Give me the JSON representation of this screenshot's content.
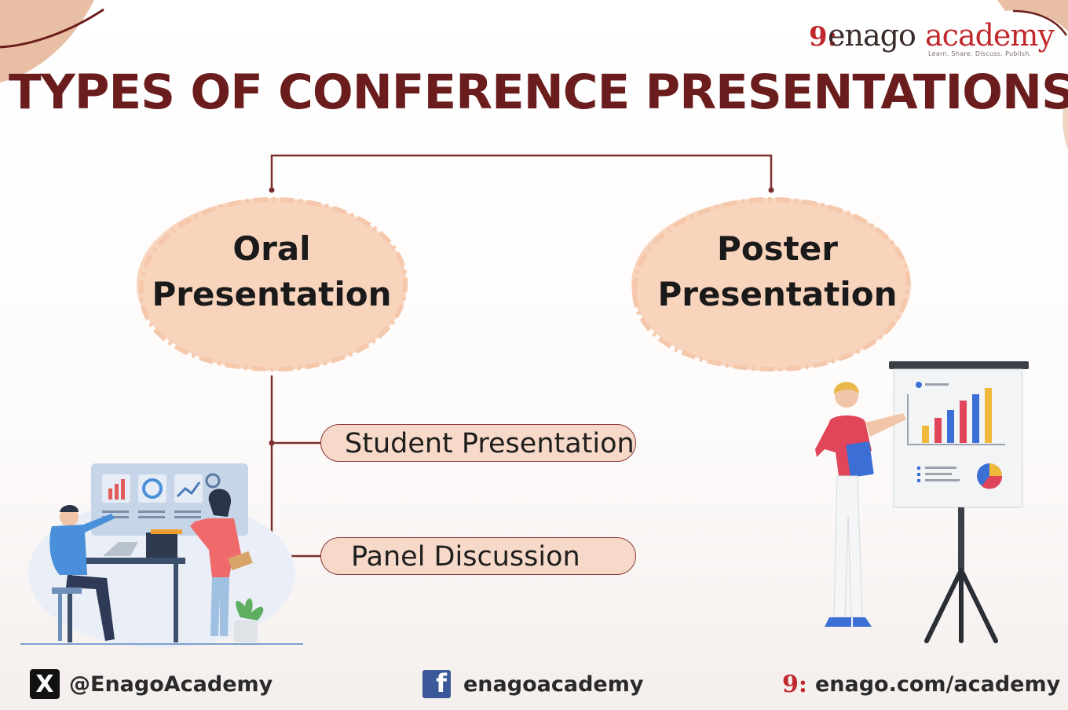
{
  "logo": {
    "mark": "9:",
    "brand": "enago",
    "product": "academy",
    "tagline": "Learn. Share. Discuss. Publish."
  },
  "title": "TYPES OF CONFERENCE PRESENTATIONS",
  "types": [
    {
      "line1": "Oral",
      "line2": "Presentation"
    },
    {
      "line1": "Poster",
      "line2": "Presentation"
    }
  ],
  "oral_subtypes": [
    "Student Presentation",
    "Panel Discussion"
  ],
  "footer": {
    "twitter_glyph": "X",
    "twitter": "@EnagoAcademy",
    "facebook_glyph": "f",
    "facebook": "enagoacademy",
    "web_mark": "9:",
    "website": "enago.com/academy"
  },
  "icons": {
    "twitter": "x-logo-icon",
    "facebook": "facebook-logo-icon",
    "website": "enago-mark-icon"
  },
  "colors": {
    "title": "#6b1d1d",
    "connector": "#7a2e2e",
    "blob": "#f9d4bd",
    "pill": "#f7d9c9",
    "brand_red": "#c0282d"
  }
}
